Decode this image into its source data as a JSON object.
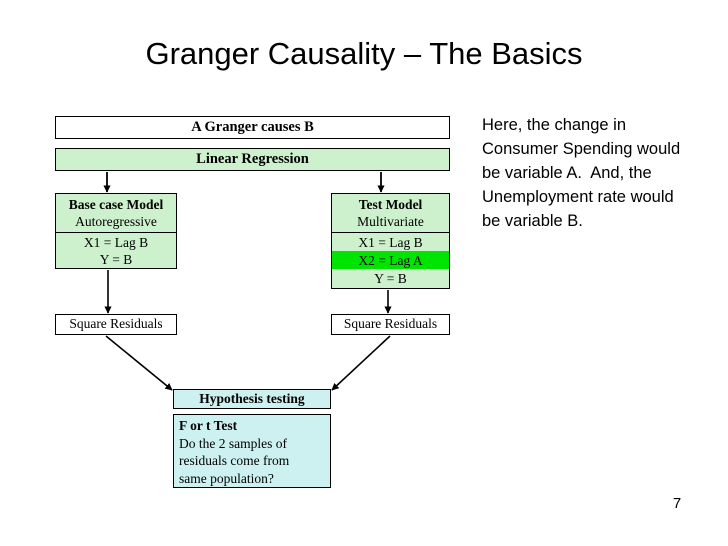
{
  "slide": {
    "title": "Granger Causality – The Basics",
    "page_number": "7"
  },
  "diagram": {
    "granger_box": {
      "label": "A Granger causes B",
      "fill": "#ffffff"
    },
    "linear_regression_box": {
      "label": "Linear Regression",
      "fill": "#cdf1cd"
    },
    "base_model": {
      "title": "Base case Model",
      "subtitle": "Autoregressive",
      "equations": [
        "X1 = Lag B",
        "Y = B"
      ],
      "fill": "#cdf1cd"
    },
    "test_model": {
      "title": "Test Model",
      "subtitle": "Multivariate",
      "equations": [
        "X1 = Lag B",
        "X2 = Lag A",
        "Y = B"
      ],
      "highlighted_equation": "X2 = Lag A",
      "fill": "#cdf1cd",
      "highlight_fill": "#00e500"
    },
    "square_residuals_left": {
      "label": "Square Residuals",
      "fill": "#ffffff"
    },
    "square_residuals_right": {
      "label": "Square Residuals",
      "fill": "#ffffff"
    },
    "hypothesis_title_box": {
      "label": "Hypothesis testing",
      "fill": "#cdf1f1"
    },
    "hypothesis_body_box": {
      "heading": "F or t Test",
      "lines": [
        "Do the 2 samples of",
        "residuals come from",
        "same population?"
      ],
      "fill": "#cdf1f1"
    }
  },
  "side_note": {
    "lines": [
      "Here, the change in",
      "Consumer Spending would",
      "be variable A.  And, the",
      "Unemployment rate would",
      "be variable B."
    ]
  }
}
